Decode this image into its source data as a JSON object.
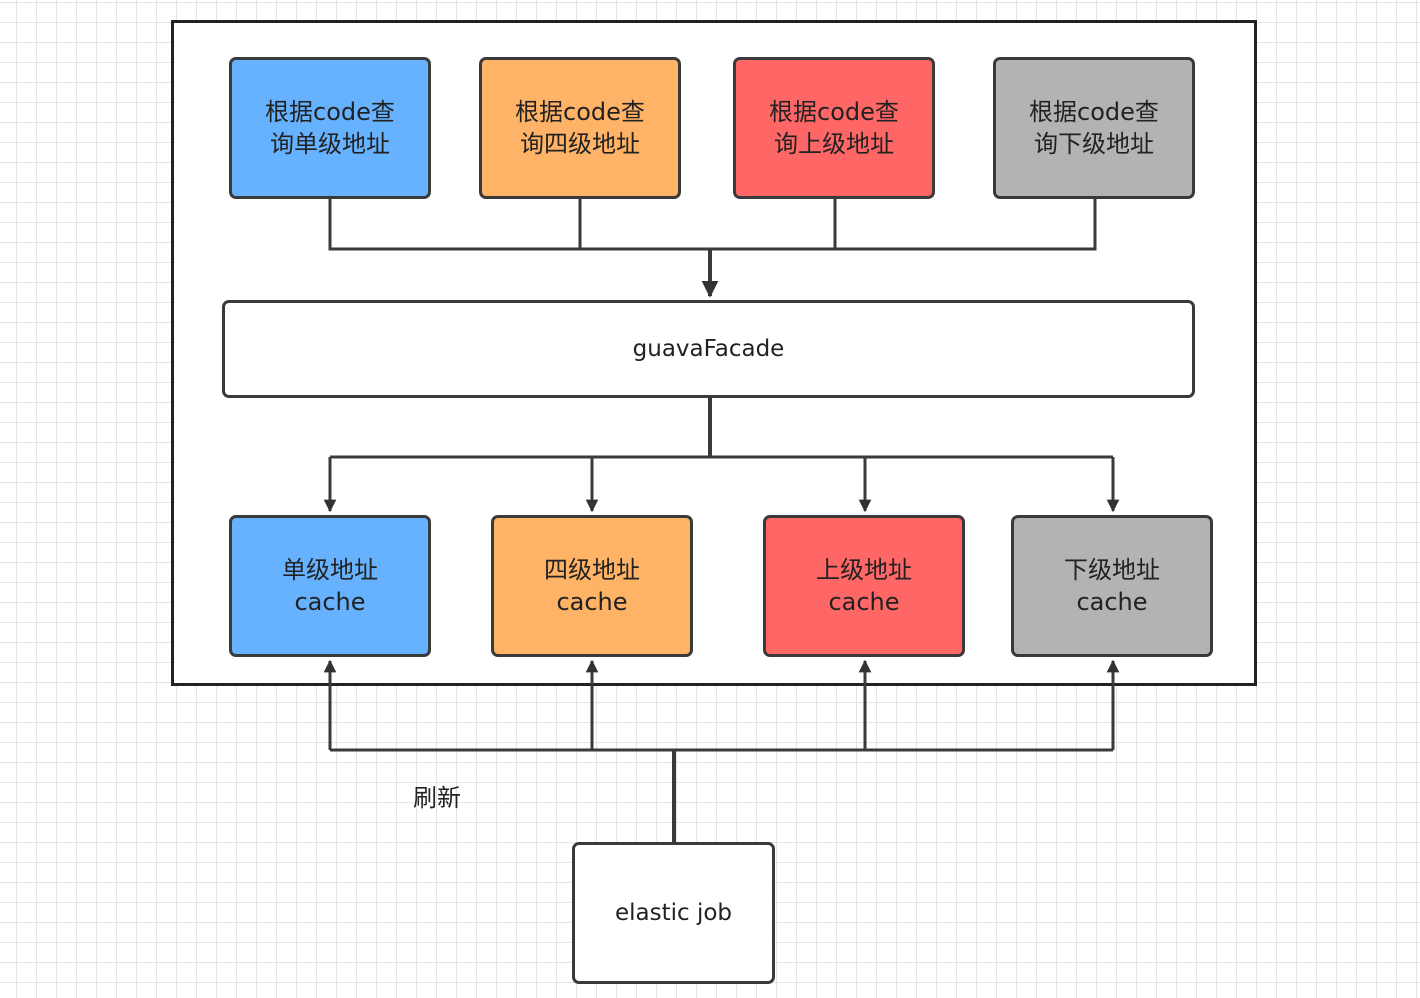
{
  "queries": [
    {
      "line1": "根据code查",
      "line2": "询单级地址",
      "color": "#66b2ff"
    },
    {
      "line1": "根据code查",
      "line2": "询四级地址",
      "color": "#ffb366"
    },
    {
      "line1": "根据code查",
      "line2": "询上级地址",
      "color": "#ff6666"
    },
    {
      "line1": "根据code查",
      "line2": "询下级地址",
      "color": "#b3b3b3"
    }
  ],
  "facade": {
    "label": "guavaFacade"
  },
  "caches": [
    {
      "line1": "单级地址",
      "line2": "cache",
      "color": "#66b2ff"
    },
    {
      "line1": "四级地址",
      "line2": "cache",
      "color": "#ffb366"
    },
    {
      "line1": "上级地址",
      "line2": "cache",
      "color": "#ff6666"
    },
    {
      "line1": "下级地址",
      "line2": "cache",
      "color": "#b3b3b3"
    }
  ],
  "refresh_label": "刷新",
  "job": {
    "label": "elastic job"
  }
}
